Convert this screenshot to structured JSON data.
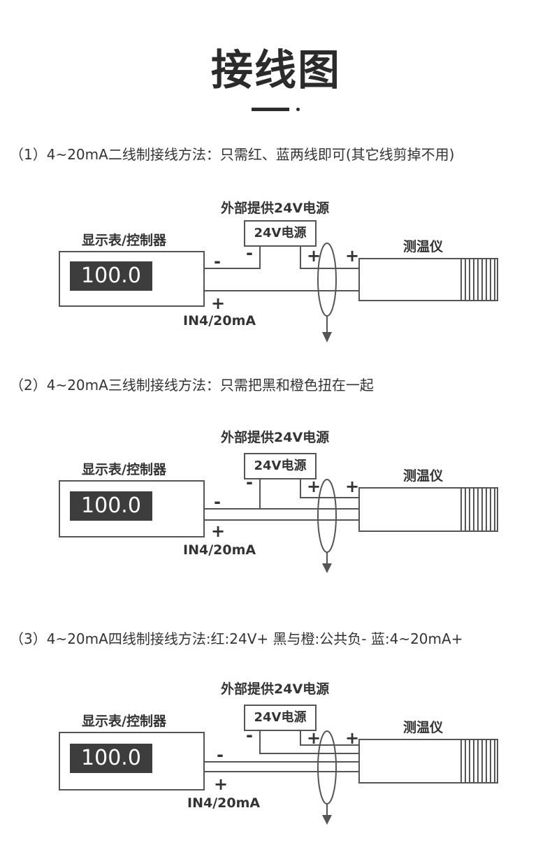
{
  "title": "接线图",
  "sections": [
    {
      "heading": "（1）4~20mA二线制接线方法：只需红、蓝两线即可(其它线剪掉不用)",
      "power_label": "外部提供24V电源",
      "psu_label": "24V电源",
      "display_label": "显示表/控制器",
      "display_value": "100.0",
      "sensor_label": "测温仪",
      "input_label": "IN4/20mA",
      "minus": "-",
      "plus": "+"
    },
    {
      "heading": "（2）4~20mA三线制接线方法：只需把黑和橙色扭在一起",
      "power_label": "外部提供24V电源",
      "psu_label": "24V电源",
      "display_label": "显示表/控制器",
      "display_value": "100.0",
      "sensor_label": "测温仪",
      "input_label": "IN4/20mA",
      "minus": "-",
      "plus": "+"
    },
    {
      "heading": "（3）4~20mA四线制接线方法:红:24V+  黑与橙:公共负-  蓝:4~20mA+",
      "power_label": "外部提供24V电源",
      "psu_label": "24V电源",
      "display_label": "显示表/控制器",
      "display_value": "100.0",
      "sensor_label": "测温仪",
      "input_label": "IN4/20mA",
      "minus": "-",
      "plus": "+"
    }
  ]
}
